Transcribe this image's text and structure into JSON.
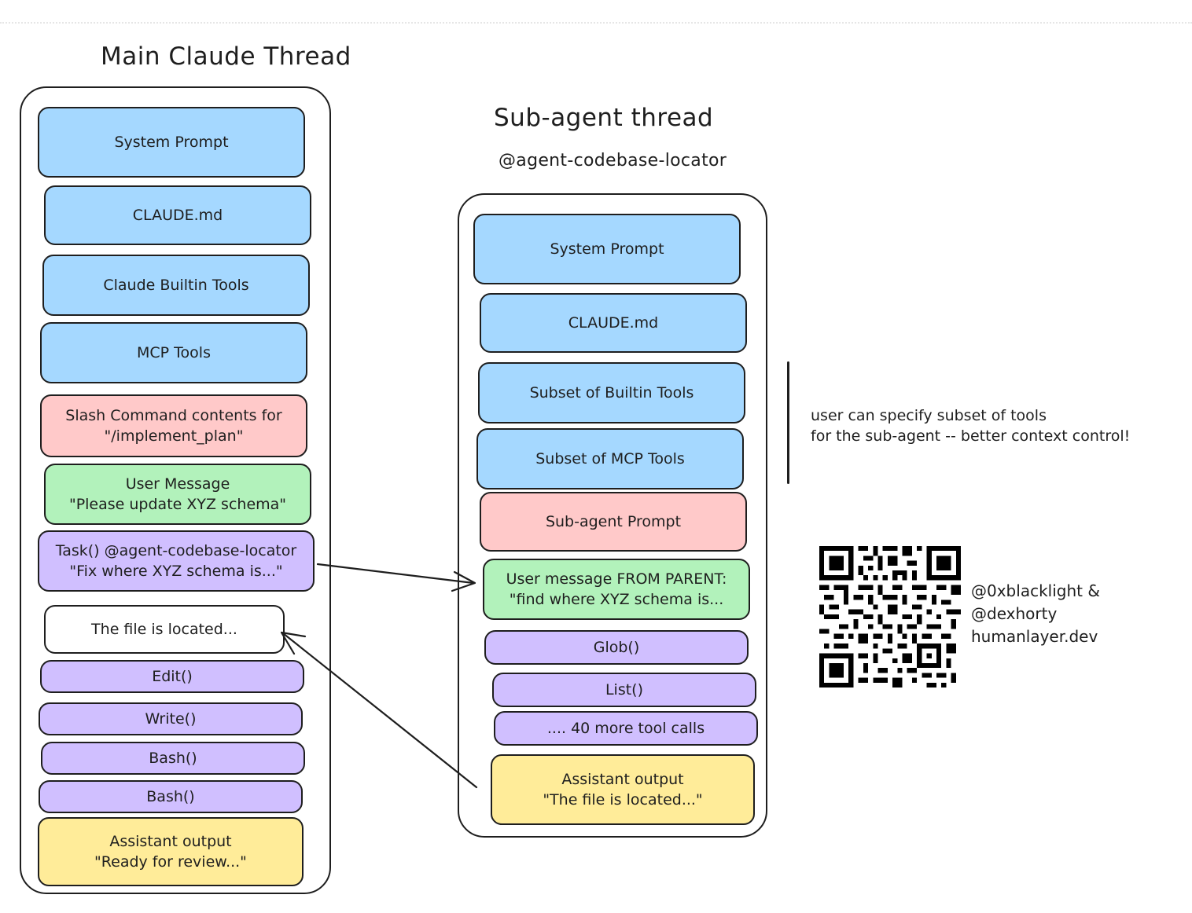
{
  "main_thread": {
    "title": "Main Claude Thread",
    "blocks": [
      {
        "lines": [
          "System Prompt"
        ]
      },
      {
        "lines": [
          "CLAUDE.md"
        ]
      },
      {
        "lines": [
          "Claude Builtin Tools"
        ]
      },
      {
        "lines": [
          "MCP Tools"
        ]
      },
      {
        "lines": [
          "Slash Command contents for",
          "\"/implement_plan\""
        ]
      },
      {
        "lines": [
          "User Message",
          "\"Please update XYZ schema\""
        ]
      },
      {
        "lines": [
          "Task() @agent-codebase-locator",
          "\"Fix where XYZ schema is...\""
        ]
      },
      {
        "lines": [
          "The file is located..."
        ]
      },
      {
        "lines": [
          "Edit()"
        ]
      },
      {
        "lines": [
          "Write()"
        ]
      },
      {
        "lines": [
          "Bash()"
        ]
      },
      {
        "lines": [
          "Bash()"
        ]
      },
      {
        "lines": [
          "Assistant output",
          "\"Ready for review...\""
        ]
      }
    ]
  },
  "sub_thread": {
    "title": "Sub-agent thread",
    "subtitle": "@agent-codebase-locator",
    "blocks": [
      {
        "lines": [
          "System Prompt"
        ]
      },
      {
        "lines": [
          "CLAUDE.md"
        ]
      },
      {
        "lines": [
          "Subset of Builtin Tools"
        ]
      },
      {
        "lines": [
          "Subset of MCP Tools"
        ]
      },
      {
        "lines": [
          "Sub-agent Prompt"
        ]
      },
      {
        "lines": [
          "User message FROM PARENT:",
          "\"find where XYZ schema is..."
        ]
      },
      {
        "lines": [
          "Glob()"
        ]
      },
      {
        "lines": [
          "List()"
        ]
      },
      {
        "lines": [
          ".... 40 more tool calls"
        ]
      },
      {
        "lines": [
          "Assistant output",
          "\"The file is located...\""
        ]
      }
    ]
  },
  "note": {
    "lines": [
      "user can specify subset of tools",
      "for the sub-agent -- better context control!"
    ]
  },
  "credits": {
    "lines": [
      "@0xblacklight &",
      "@dexhorty",
      "humanlayer.dev"
    ]
  },
  "colors": {
    "blue": "#a5d8ff",
    "red": "#ffc9c9",
    "green": "#b2f2bb",
    "purple": "#d0bfff",
    "yellow": "#ffec99",
    "stroke": "#1e1e1e"
  }
}
